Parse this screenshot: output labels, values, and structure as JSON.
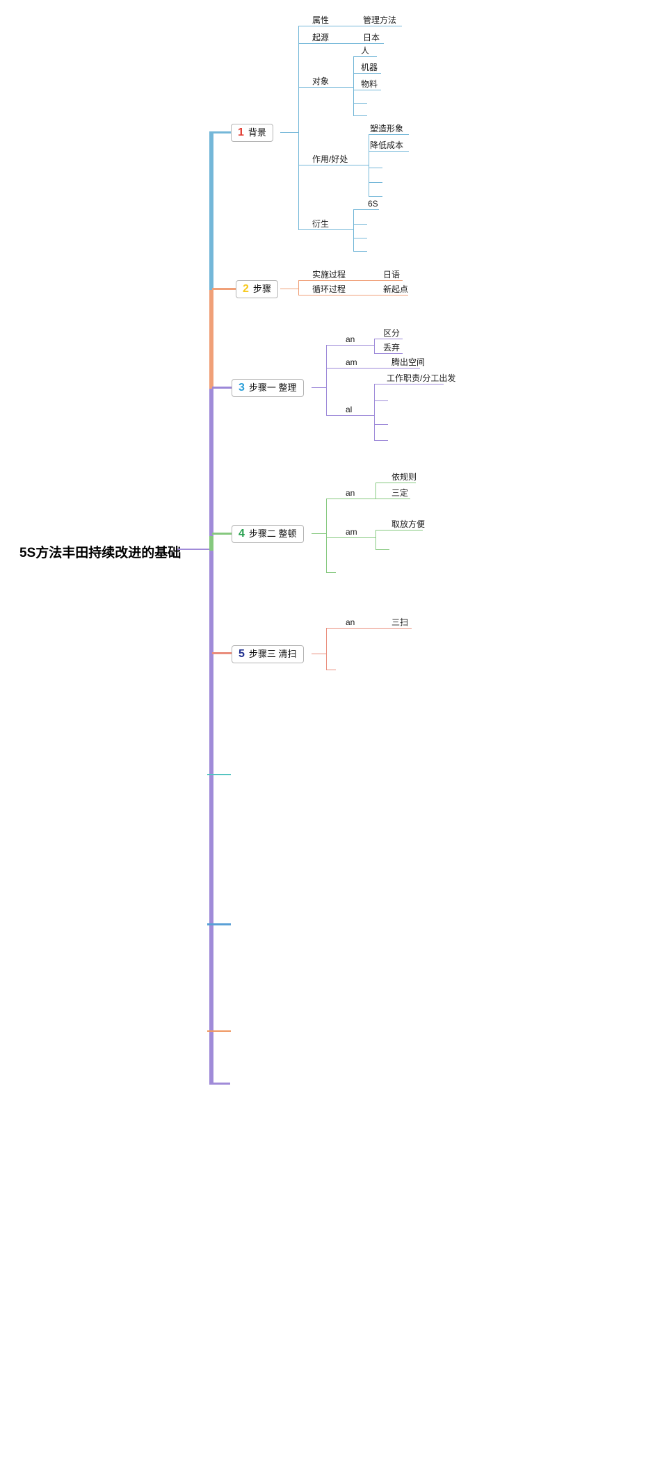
{
  "colors": {
    "branch1_line": "#74b7d8",
    "branch2_line": "#f0a078",
    "branch3_line": "#9b87d8",
    "branch4_line": "#85c87e",
    "branch5_line": "#e98d7c",
    "trunk": "#a08bd8",
    "stub_teal": "#55c4c1",
    "stub_blue": "#5aa0d6",
    "stub_orange": "#ef9660",
    "num1": "#e0392e",
    "num2": "#f7c91e",
    "num3": "#2b9fd9",
    "num4": "#269f4e",
    "num5": "#1f2f8f"
  },
  "root": {
    "label": "5S方法丰田持续改进的基础"
  },
  "branch1": {
    "num": "1",
    "label": "背景",
    "attr": {
      "label": "属性",
      "child": "管理方法"
    },
    "origin": {
      "label": "起源",
      "child": "日本"
    },
    "target": {
      "label": "对象",
      "children": [
        "人",
        "机器",
        "物料"
      ]
    },
    "benefit": {
      "label": "作用/好处",
      "children": [
        "塑造形象",
        "降低成本"
      ]
    },
    "derive": {
      "label": "衍生",
      "children": [
        "6S"
      ]
    }
  },
  "branch2": {
    "num": "2",
    "label": "步骤",
    "impl": {
      "label": "实施过程",
      "child": "日语"
    },
    "cycle": {
      "label": "循环过程",
      "child": "新起点"
    }
  },
  "branch3": {
    "num": "3",
    "label": "步骤一 整理",
    "an": {
      "label": "an",
      "children": [
        "区分",
        "丢弃"
      ]
    },
    "am": {
      "label": "am",
      "child": "腾出空间"
    },
    "al": {
      "label": "al",
      "child": "工作职责/分工出发"
    }
  },
  "branch4": {
    "num": "4",
    "label": "步骤二 整顿",
    "an": {
      "label": "an",
      "children": [
        "依规则",
        "三定"
      ]
    },
    "am": {
      "label": "am",
      "child": "取放方便"
    }
  },
  "branch5": {
    "num": "5",
    "label": "步骤三 清扫",
    "an": {
      "label": "an",
      "child": "三扫"
    }
  }
}
